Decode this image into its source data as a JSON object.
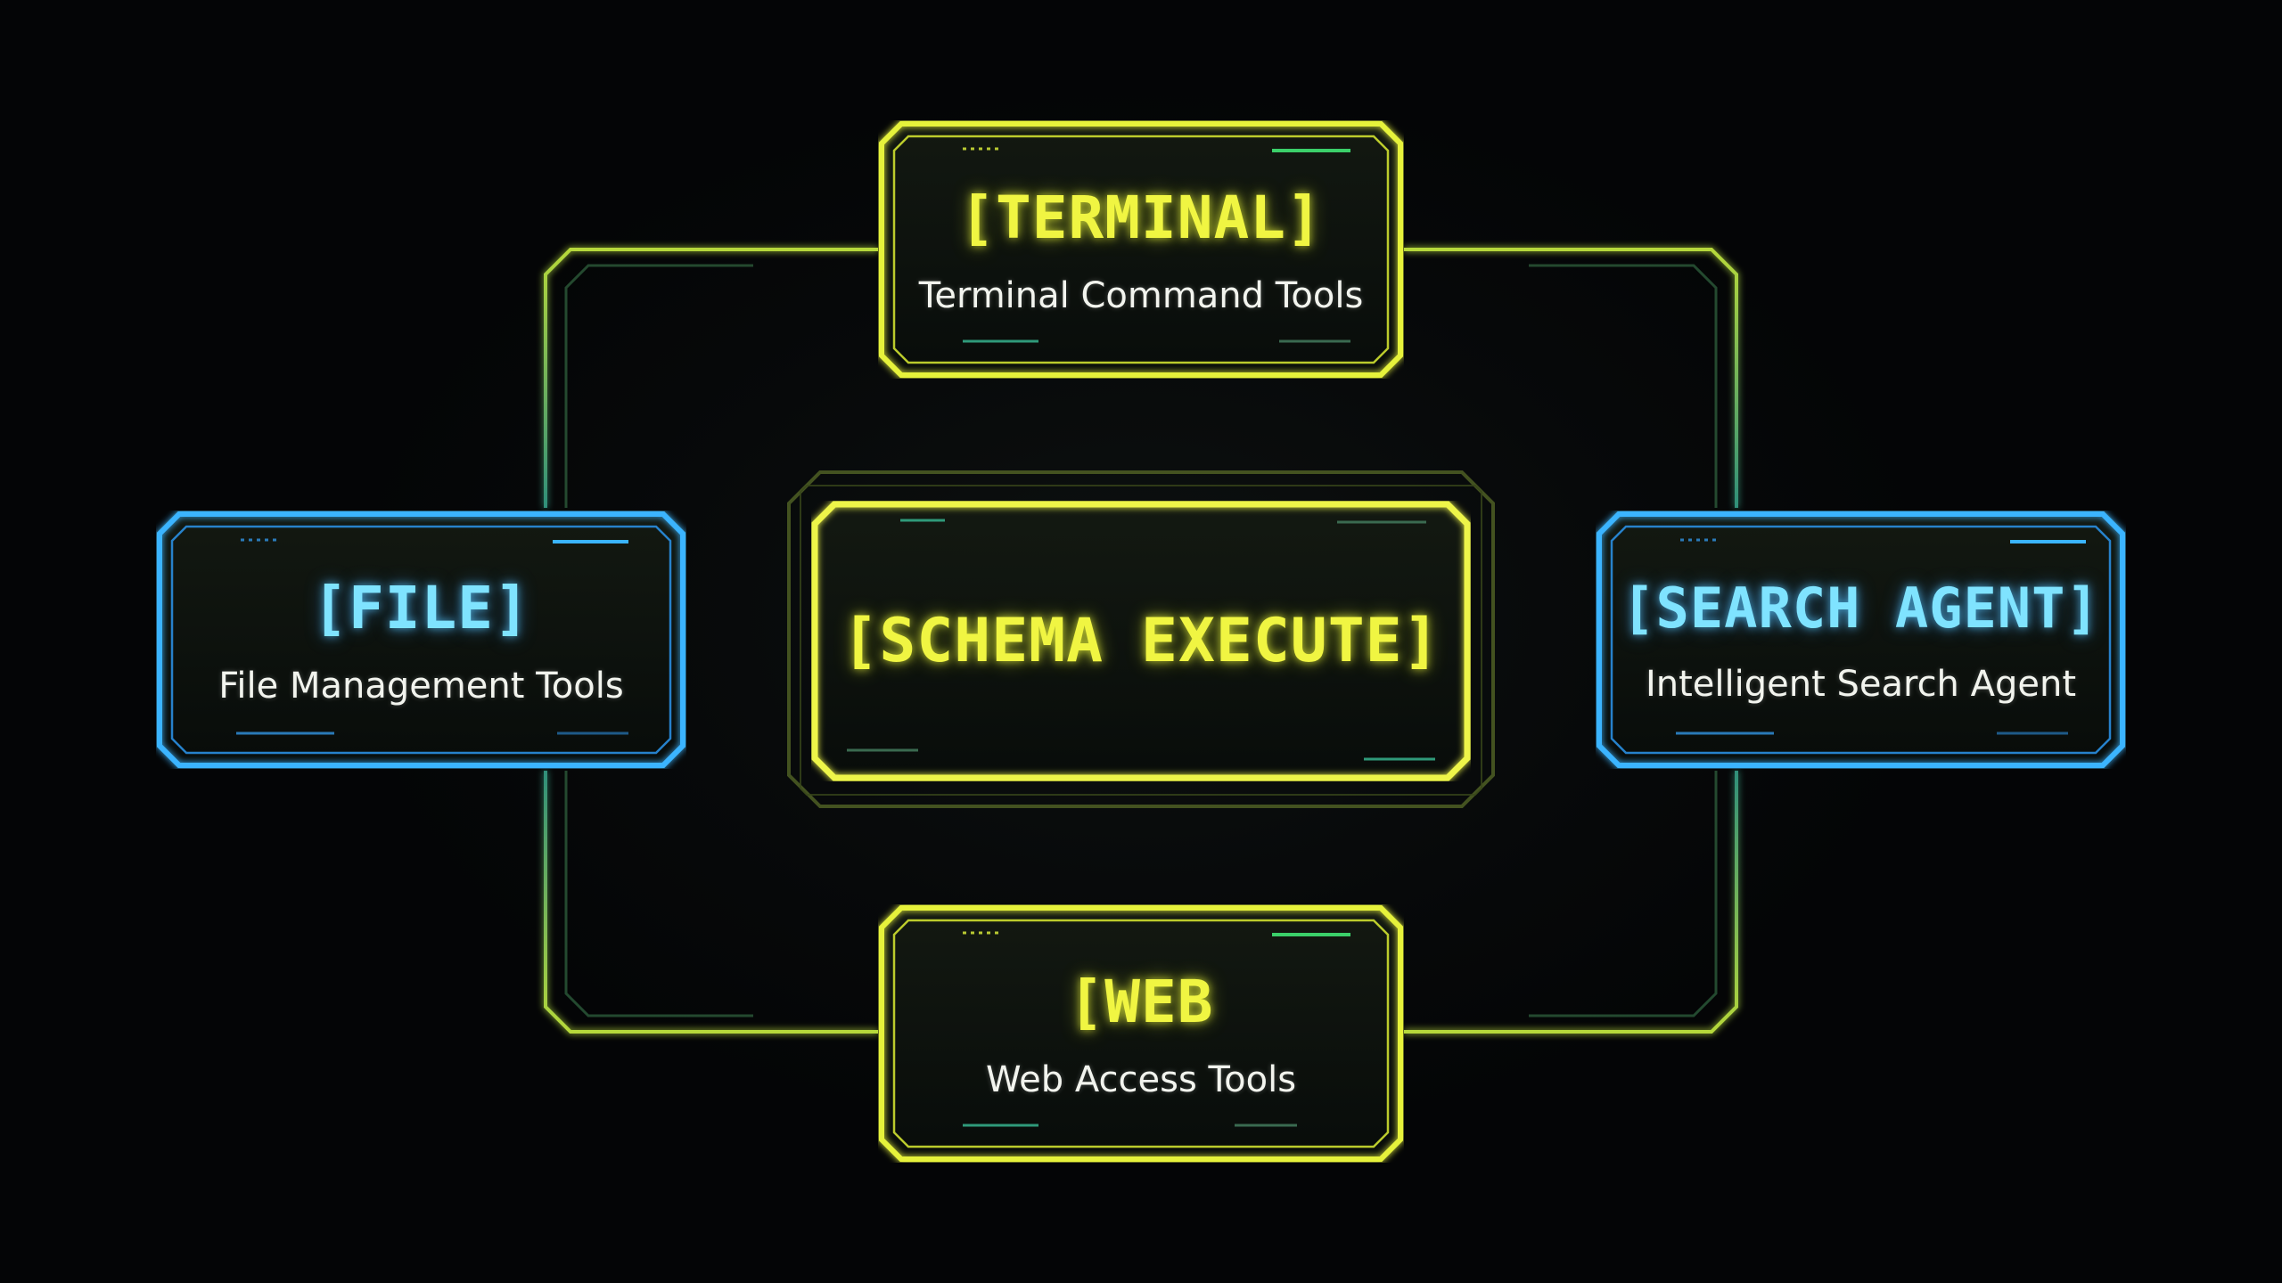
{
  "colors": {
    "background": "#060708",
    "yellow_accent": "#e8f23a",
    "blue_accent": "#3aa8ff",
    "link_green": "#7fb83a"
  },
  "nodes": {
    "terminal": {
      "title": "[TERMINAL]",
      "subtitle": "Terminal Command Tools"
    },
    "center": {
      "title": "[SCHEMA EXECUTE]"
    },
    "file": {
      "title": "[FILE]",
      "subtitle": "File Management Tools"
    },
    "search": {
      "title": "[SEARCH AGENT]",
      "subtitle": "Intelligent Search Agent"
    },
    "web": {
      "title": "[WEB",
      "subtitle": "Web Access Tools"
    }
  }
}
